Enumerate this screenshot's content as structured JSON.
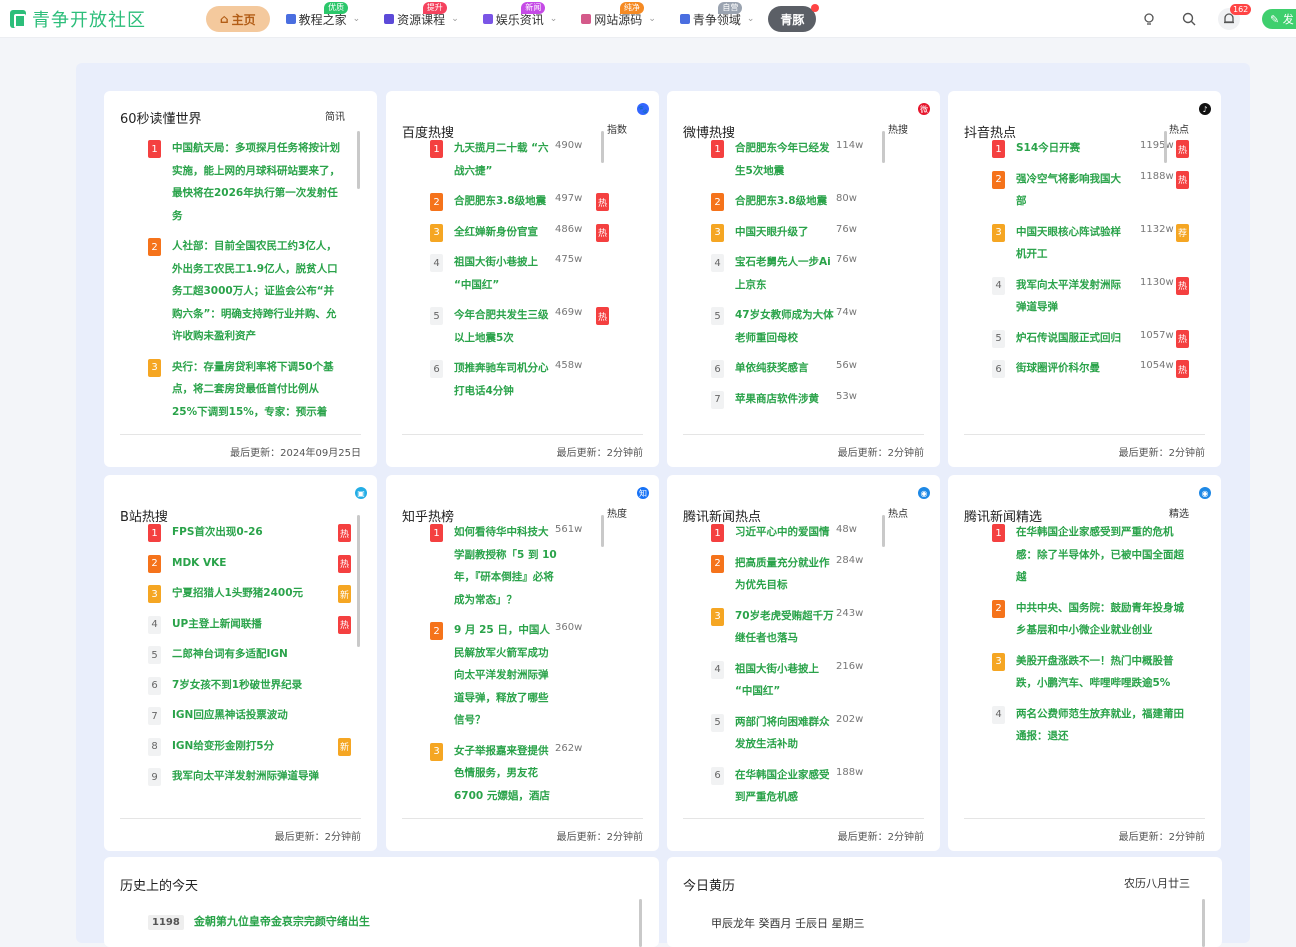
{
  "site": {
    "name": "青争开放社区"
  },
  "nav": [
    {
      "label": "主页",
      "badge": "",
      "badge_color": ""
    },
    {
      "label": "教程之家",
      "badge": "优质",
      "badge_color": "#2bc76a"
    },
    {
      "label": "资源课程",
      "badge": "提升",
      "badge_color": "#f5425e"
    },
    {
      "label": "娱乐资讯",
      "badge": "新闻",
      "badge_color": "#c54ae6"
    },
    {
      "label": "网站源码",
      "badge": "纯净",
      "badge_color": "#f58a23"
    },
    {
      "label": "青争领域",
      "badge": "自营",
      "badge_color": "#9aa3b0"
    },
    {
      "label": "青豚",
      "badge": "",
      "badge_color": ""
    }
  ],
  "header_tools": {
    "bell_count": "162",
    "write_label": "✎ 发"
  },
  "cards": [
    {
      "title": "60秒读懂世界",
      "tag": "简讯",
      "icon": "",
      "icon_color": "",
      "items": [
        {
          "rank": "1",
          "text": "中国航天局：多项探月任务将按计划实施，能上网的月球科研站要来了，最快将在2026年执行第一次发射任务",
          "heat": "",
          "hot": ""
        },
        {
          "rank": "2",
          "text": "人社部：目前全国农民工约3亿人，外出务工农民工1.9亿人，脱贫人口务工超3000万人；证监会公布“并购六条”：明确支持跨行业并购、允许收购未盈利资产",
          "heat": "",
          "hot": ""
        },
        {
          "rank": "3",
          "text": "央行：存量房贷利率将下调50个基点，将二套房贷最低首付比例从25%下调到15%，专家：预示着",
          "heat": "",
          "hot": ""
        }
      ],
      "footer": "最后更新：2024年09月25日"
    },
    {
      "title": "百度热搜",
      "tag": "指数",
      "icon": "🐾",
      "icon_color": "#3366ff",
      "items": [
        {
          "rank": "1",
          "text": "九天揽月二十载 “六战六捷”",
          "heat": "490w",
          "hot": ""
        },
        {
          "rank": "2",
          "text": "合肥肥东3.8级地震",
          "heat": "497w",
          "hot": "热"
        },
        {
          "rank": "3",
          "text": "全红婵新身份官宣",
          "heat": "486w",
          "hot": "热"
        },
        {
          "rank": "4",
          "text": "祖国大街小巷披上 “中国红”",
          "heat": "475w",
          "hot": ""
        },
        {
          "rank": "5",
          "text": "今年合肥共发生三级以上地震5次",
          "heat": "469w",
          "hot": "热"
        },
        {
          "rank": "6",
          "text": "顶推奔驰车司机分心打电话4分钟",
          "heat": "458w",
          "hot": ""
        }
      ],
      "footer": "最后更新：2分钟前"
    },
    {
      "title": "微博热搜",
      "tag": "热搜",
      "icon": "微",
      "icon_color": "#e6162d",
      "items": [
        {
          "rank": "1",
          "text": "合肥肥东今年已经发生5次地震",
          "heat": "114w",
          "hot": ""
        },
        {
          "rank": "2",
          "text": "合肥肥东3.8级地震",
          "heat": "80w",
          "hot": ""
        },
        {
          "rank": "3",
          "text": "中国天眼升级了",
          "heat": "76w",
          "hot": ""
        },
        {
          "rank": "4",
          "text": "宝石老舅先人一步Ai上京东",
          "heat": "76w",
          "hot": ""
        },
        {
          "rank": "5",
          "text": "47岁女教师成为大体老师重回母校",
          "heat": "74w",
          "hot": ""
        },
        {
          "rank": "6",
          "text": "单依纯获奖感言",
          "heat": "56w",
          "hot": ""
        },
        {
          "rank": "7",
          "text": "苹果商店软件涉黄",
          "heat": "53w",
          "hot": ""
        }
      ],
      "footer": "最后更新：2分钟前"
    },
    {
      "title": "抖音热点",
      "tag": "热点",
      "icon": "♪",
      "icon_color": "#111111",
      "items": [
        {
          "rank": "1",
          "text": "S14今日开赛",
          "heat": "1195w",
          "hot": "热"
        },
        {
          "rank": "2",
          "text": "强冷空气将影响我国大部",
          "heat": "1188w",
          "hot": "热"
        },
        {
          "rank": "3",
          "text": "中国天眼核心阵试验样机开工",
          "heat": "1132w",
          "hot": "荐"
        },
        {
          "rank": "4",
          "text": "我军向太平洋发射洲际弹道导弹",
          "heat": "1130w",
          "hot": "热"
        },
        {
          "rank": "5",
          "text": "炉石传说国服正式回归",
          "heat": "1057w",
          "hot": "热"
        },
        {
          "rank": "6",
          "text": "街球圈评价科尔曼",
          "heat": "1054w",
          "hot": "热"
        }
      ],
      "footer": "最后更新：2分钟前"
    },
    {
      "title": "B站热搜",
      "tag": "",
      "icon": "▣",
      "icon_color": "#23ade5",
      "items": [
        {
          "rank": "1",
          "text": "FPS首次出现0-26",
          "heat": "",
          "hot": "热"
        },
        {
          "rank": "2",
          "text": "MDK VKE",
          "heat": "",
          "hot": "热"
        },
        {
          "rank": "3",
          "text": "宁夏招猎人1头野猪2400元",
          "heat": "",
          "hot": "新"
        },
        {
          "rank": "4",
          "text": "UP主登上新闻联播",
          "heat": "",
          "hot": "热"
        },
        {
          "rank": "5",
          "text": "二郎神台词有多适配IGN",
          "heat": "",
          "hot": ""
        },
        {
          "rank": "6",
          "text": "7岁女孩不到1秒破世界纪录",
          "heat": "",
          "hot": ""
        },
        {
          "rank": "7",
          "text": "IGN回应黑神话投票波动",
          "heat": "",
          "hot": ""
        },
        {
          "rank": "8",
          "text": "IGN给变形金刚打5分",
          "heat": "",
          "hot": "新"
        },
        {
          "rank": "9",
          "text": "我军向太平洋发射洲际弹道导弹",
          "heat": "",
          "hot": ""
        }
      ],
      "footer": "最后更新：2分钟前"
    },
    {
      "title": "知乎热榜",
      "tag": "热度",
      "icon": "知",
      "icon_color": "#1772f6",
      "items": [
        {
          "rank": "1",
          "text": "如何看待华中科技大学副教授称「5 到 10 年，『研本倒挂』必将成为常态」？",
          "heat": "561w",
          "hot": ""
        },
        {
          "rank": "2",
          "text": "9 月 25 日，中国人民解放军火箭军成功向太平洋发射洲际弹道导弹，释放了哪些信号？",
          "heat": "360w",
          "hot": ""
        },
        {
          "rank": "3",
          "text": "女子举报嘉来登提供色情服务，男友花 6700 元嫖娼，酒店",
          "heat": "262w",
          "hot": ""
        }
      ],
      "footer": "最后更新：2分钟前"
    },
    {
      "title": "腾讯新闻热点",
      "tag": "热点",
      "icon": "◉",
      "icon_color": "#1e88e5",
      "items": [
        {
          "rank": "1",
          "text": "习近平心中的爱国情",
          "heat": "48w",
          "hot": ""
        },
        {
          "rank": "2",
          "text": "把高质量充分就业作为优先目标",
          "heat": "284w",
          "hot": ""
        },
        {
          "rank": "3",
          "text": "70岁老虎受贿超千万继任者也落马",
          "heat": "243w",
          "hot": ""
        },
        {
          "rank": "4",
          "text": "祖国大街小巷披上 “中国红”",
          "heat": "216w",
          "hot": ""
        },
        {
          "rank": "5",
          "text": "两部门将向困难群众发放生活补助",
          "heat": "202w",
          "hot": ""
        },
        {
          "rank": "6",
          "text": "在华韩国企业家感受到严重危机感",
          "heat": "188w",
          "hot": ""
        }
      ],
      "footer": "最后更新：2分钟前"
    },
    {
      "title": "腾讯新闻精选",
      "tag": "精选",
      "icon": "◉",
      "icon_color": "#1e88e5",
      "items": [
        {
          "rank": "1",
          "text": "在华韩国企业家感受到严重的危机感：除了半导体外，已被中国全面超越",
          "heat": "",
          "hot": ""
        },
        {
          "rank": "2",
          "text": "中共中央、国务院：鼓励青年投身城乡基层和中小微企业就业创业",
          "heat": "",
          "hot": ""
        },
        {
          "rank": "3",
          "text": "美股开盘涨跌不一！热门中概股普跌，小鹏汽车、哔哩哔哩跌逾5%",
          "heat": "",
          "hot": ""
        },
        {
          "rank": "4",
          "text": "两名公费师范生放弃就业，福建莆田通报：退还",
          "heat": "",
          "hot": ""
        }
      ],
      "footer": "最后更新：2分钟前"
    }
  ],
  "history": {
    "title": "历史上的今天",
    "year": "1198",
    "text": "金朝第九位皇帝金哀宗完颜守绪出生"
  },
  "almanac": {
    "title": "今日黄历",
    "lunar": "农历八月廿三",
    "line": "甲辰龙年 癸酉月 壬辰日 星期三"
  }
}
